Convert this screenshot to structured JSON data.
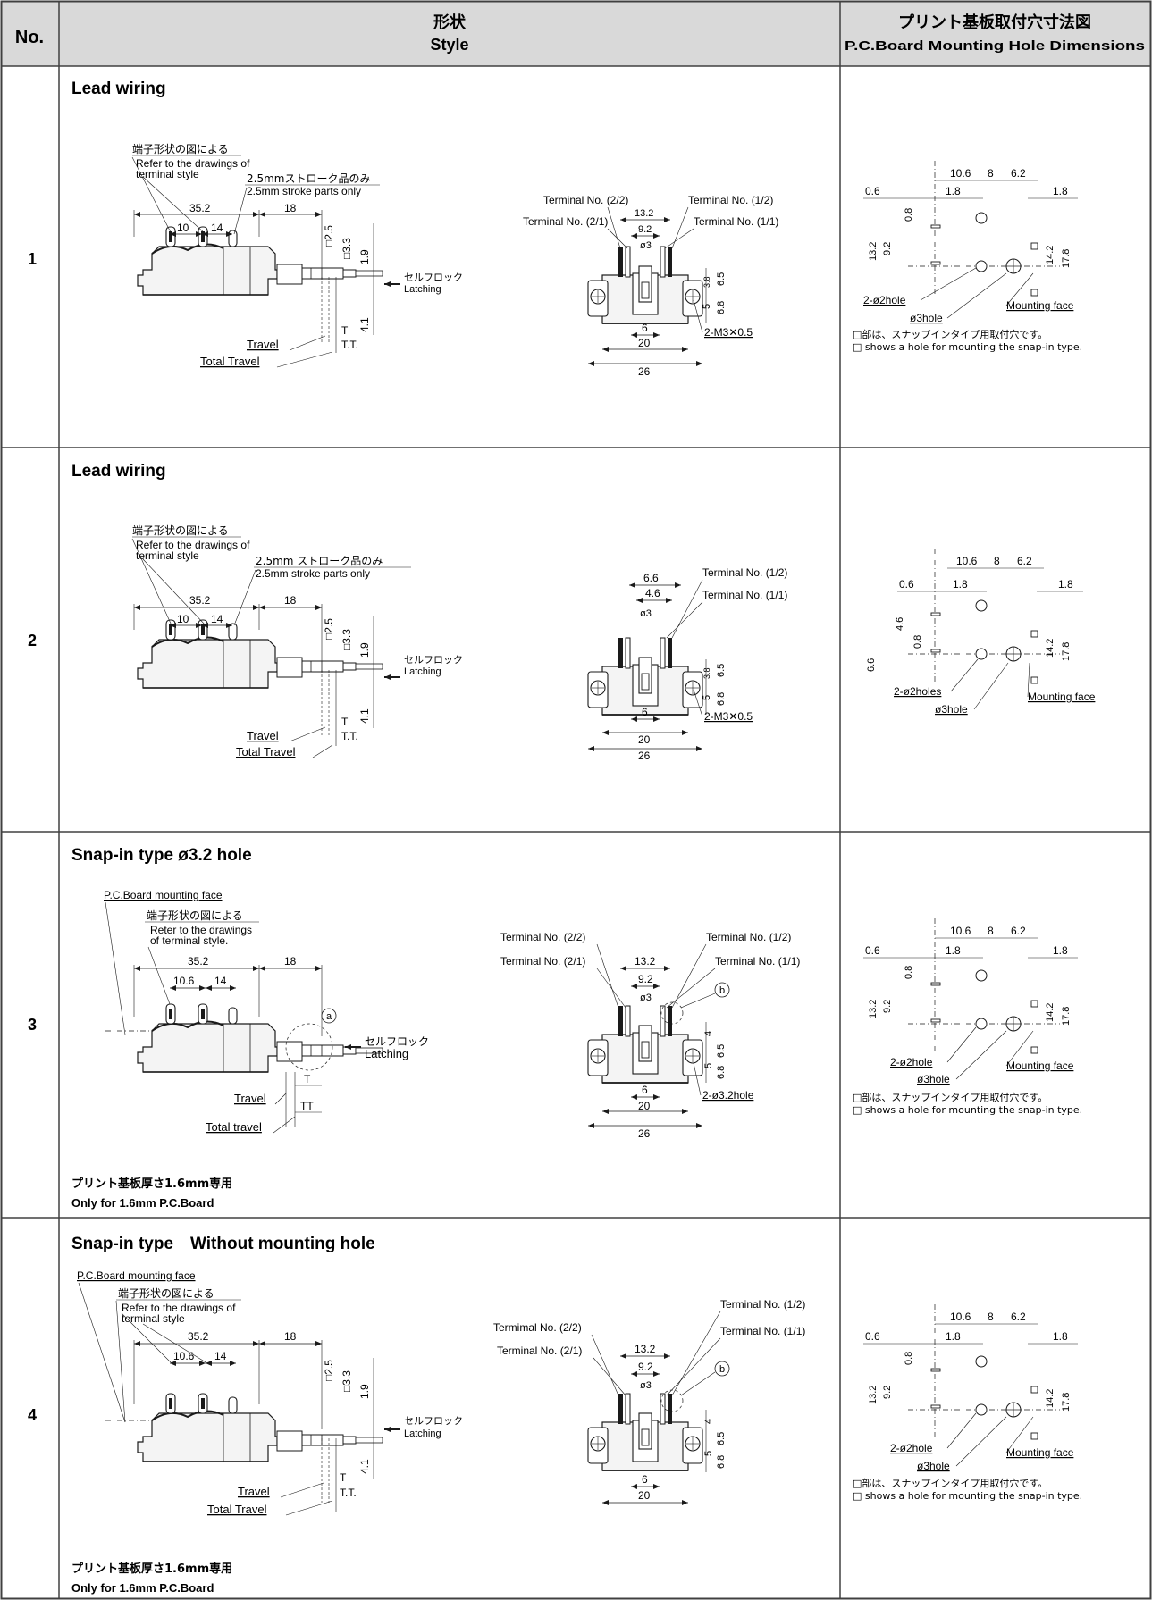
{
  "header": {
    "no": "No.",
    "style_jp": "形状",
    "style_en": "Style",
    "pcb_jp": "プリント基板取付穴寸法図",
    "pcb_en": "P.C.Board Mounting Hole Dimensions"
  },
  "colors": {
    "header_bg": "#d9d9d9",
    "line": "#1a1a1a",
    "border": "#404040"
  },
  "rows": [
    {
      "no": "1",
      "title": "Lead wiring",
      "side": {
        "note_jp": "端子形状の図による",
        "note_en1": "Refer to the drawings of",
        "note_en2": "terminal style",
        "stroke_jp": "2.5mmストローク品のみ",
        "stroke_en": "2.5mm stroke parts only",
        "d35": "35.2",
        "d10": "10",
        "d14": "14",
        "d18": "18",
        "d25": "□2.5",
        "d33": "□3.3",
        "d19": "1.9",
        "d41": "4.1",
        "latch_jp": "セルフロック",
        "latch_en": "Latching",
        "t": "T",
        "tt": "T.T.",
        "travel": "Travel",
        "total": "Total Travel"
      },
      "front": {
        "t22": "Terminal No. (2/2)",
        "t21": "Terminal No. (2/1)",
        "t12": "Terminal No. (1/2)",
        "t11": "Terminal No. (1/1)",
        "d132": "13.2",
        "d92": "9.2",
        "dphi3": "ø3",
        "d65": "6.5",
        "d38": "3.8",
        "d5": "5",
        "d68": "6.8",
        "d6": "6",
        "d20": "20",
        "d26": "26",
        "screw": "2-M3✕0.5"
      },
      "pcb": {
        "d106": "10.6",
        "d8": "8",
        "d62": "6.2",
        "d06": "0.6",
        "d18": "1.8",
        "d18r": "1.8",
        "d08": "0.8",
        "d132": "13.2",
        "d92": "9.2",
        "d142": "14.2",
        "d178": "17.8",
        "hole2": "2-ø2hole",
        "hole3": "ø3hole",
        "face": "Mounting face",
        "snap_jp": "□部は、スナップインタイプ用取付穴です。",
        "snap_en": "□ shows a hole for mounting the snap-in type."
      }
    },
    {
      "no": "2",
      "title": "Lead wiring",
      "side": {
        "note_jp": "端子形状の図による",
        "note_en1": "Refer to the drawings of",
        "note_en2": "terminal style",
        "stroke_jp": "2.5mm ストローク品のみ",
        "stroke_en": "2.5mm stroke parts only",
        "d35": "35.2",
        "d10": "10",
        "d14": "14",
        "d18": "18",
        "d25": "□2.5",
        "d33": "□3.3",
        "d19": "1.9",
        "d41": "4.1",
        "latch_jp": "セルフロック",
        "latch_en": "Latching",
        "t": "T",
        "tt": "T.T.",
        "travel": "Travel",
        "total": "Total Travel"
      },
      "front": {
        "d66": "6.6",
        "d46": "4.6",
        "dphi3": "ø3",
        "t12": "Terminal No. (1/2)",
        "t11": "Terminal No. (1/1)",
        "d65": "6.5",
        "d38": "3.8",
        "d5": "5",
        "d68": "6.8",
        "d6": "6",
        "d20": "20",
        "d26": "26",
        "screw": "2-M3✕0.5"
      },
      "pcb": {
        "d106": "10.6",
        "d8": "8",
        "d62": "6.2",
        "d06": "0.6",
        "d18": "1.8",
        "d18r": "1.8",
        "d46": "4.6",
        "d08": "0.8",
        "d66": "6.6",
        "d142": "14.2",
        "d178": "17.8",
        "hole2": "2-ø2holes",
        "hole3": "ø3hole",
        "face": "Mounting face"
      }
    },
    {
      "no": "3",
      "title": "Snap-in type ø3.2 hole",
      "note_jp": "プリント基板厚さ1.6mm専用",
      "note_en": "Only for 1.6mm P.C.Board",
      "side": {
        "face": "P.C.Board mounting face",
        "note_jp": "端子形状の図による",
        "note_en1": "Reter to the drawings",
        "note_en2": "of terminal style.",
        "d35": "35.2",
        "d106": "10.6",
        "d14": "14",
        "d18": "18",
        "a": "a",
        "latch_jp": "セルフロック",
        "latch_en": "Latching",
        "t": "T",
        "tt": "TT",
        "travel": "Travel",
        "total": "Total travel"
      },
      "front": {
        "t22": "Terminal No. (2/2)",
        "t21": "Terminal No. (2/1)",
        "t12": "Terminal No. (1/2)",
        "t11": "Terminal No. (1/1)",
        "d132": "13.2",
        "d92": "9.2",
        "dphi3": "ø3",
        "b": "b",
        "d4": "4",
        "d65": "6.5",
        "d5": "5",
        "d68": "6.8",
        "d6": "6",
        "d20": "20",
        "d26": "26",
        "hole": "2-ø3.2hole"
      },
      "pcb": {
        "d106": "10.6",
        "d8": "8",
        "d62": "6.2",
        "d06": "0.6",
        "d18": "1.8",
        "d18r": "1.8",
        "d08": "0.8",
        "d132": "13.2",
        "d92": "9.2",
        "d142": "14.2",
        "d178": "17.8",
        "hole2": "2-ø2hole",
        "hole3": "ø3hole",
        "face": "Mounting face",
        "snap_jp": "□部は、スナップインタイプ用取付穴です。",
        "snap_en": "□ shows a hole for mounting the snap-in type."
      }
    },
    {
      "no": "4",
      "title": "Snap-in type　Without mounting hole",
      "note_jp": "プリント基板厚さ1.6mm専用",
      "note_en": "Only for 1.6mm P.C.Board",
      "side": {
        "face": "P.C.Board mounting face",
        "note_jp": "端子形状の図による",
        "note_en1": "Refer to the drawings of",
        "note_en2": "terminal style",
        "d35": "35.2",
        "d106": "10.6",
        "d14": "14",
        "d18": "18",
        "d25": "□2.5",
        "d33": "□3.3",
        "d19": "1.9",
        "d41": "4.1",
        "latch_jp": "セルフロック",
        "latch_en": "Latching",
        "t": "T",
        "tt": "T.T.",
        "travel": "Travel",
        "total": "Total Travel"
      },
      "front": {
        "t22": "Termimal No. (2/2)",
        "t21": "Terminal No. (2/1)",
        "t12": "Terminal No. (1/2)",
        "t11": "Terminal No. (1/1)",
        "d132": "13.2",
        "d92": "9.2",
        "dphi3": "ø3",
        "b": "b",
        "d4": "4",
        "d65": "6.5",
        "d5": "5",
        "d68": "6.8",
        "d6": "6",
        "d20": "20"
      },
      "pcb": {
        "d106": "10.6",
        "d8": "8",
        "d62": "6.2",
        "d06": "0.6",
        "d18": "1.8",
        "d18r": "1.8",
        "d08": "0.8",
        "d132": "13.2",
        "d92": "9.2",
        "d142": "14.2",
        "d178": "17.8",
        "hole2": "2-ø2hole",
        "hole3": "ø3hole",
        "face": "Mounting face",
        "snap_jp": "□部は、スナップインタイプ用取付穴です。",
        "snap_en": "□ shows a hole for mounting the snap-in type."
      }
    }
  ]
}
